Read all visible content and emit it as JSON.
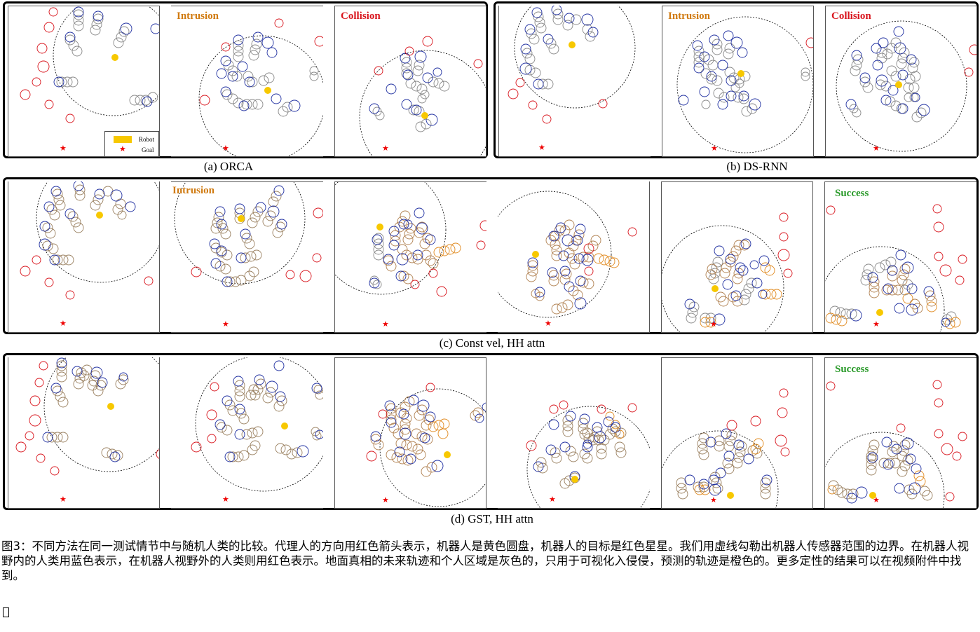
{
  "figure": {
    "groups": [
      {
        "id": "a",
        "caption": "(a) ORCA",
        "panels": [
          {
            "status": "",
            "has_legend": true
          },
          {
            "status": "Intrusion",
            "status_color": "#d07a10"
          },
          {
            "status": "Collision",
            "status_color": "#d8141c"
          }
        ]
      },
      {
        "id": "b",
        "caption": "(b) DS-RNN",
        "panels": [
          {
            "status": ""
          },
          {
            "status": "Intrusion",
            "status_color": "#d07a10"
          },
          {
            "status": "Collision",
            "status_color": "#d8141c"
          }
        ]
      },
      {
        "id": "c",
        "caption": "(c) Const vel, HH attn",
        "panels": [
          {
            "status": ""
          },
          {
            "status": "Intrusion",
            "status_color": "#d07a10"
          },
          {
            "status": ""
          },
          {
            "status": ""
          },
          {
            "status": ""
          },
          {
            "status": "Success",
            "status_color": "#2a9a2a"
          }
        ]
      },
      {
        "id": "d",
        "caption": "(d) GST, HH attn",
        "panels": [
          {
            "status": ""
          },
          {
            "status": ""
          },
          {
            "status": ""
          },
          {
            "status": ""
          },
          {
            "status": ""
          },
          {
            "status": "Success",
            "status_color": "#2a9a2a"
          }
        ]
      }
    ],
    "legend": {
      "robot_label": "Robot",
      "goal_label": "Goal",
      "robot_color": "#f7c800",
      "goal_color": "#e00000",
      "goal_icon": "star-icon"
    },
    "colors": {
      "visible_human": "#1f2fa0",
      "invisible_human": "#d8141c",
      "ground_truth_trajectory": "#808080",
      "predicted_trajectory": "#e08a20",
      "robot": "#f7c800",
      "sensor_range": "#000000"
    }
  },
  "caption": {
    "text": "图3：不同方法在同一测试情节中与随机人类的比较。代理人的方向用红色箭头表示，机器人是黄色圆盘，机器人的目标是红色星星。我们用虚线勾勒出机器人传感器范围的边界。在机器人视野内的人类用蓝色表示，在机器人视野外的人类则用红色表示。地面真相的未来轨迹和个人区域是灰色的，只用于可视化入侵侵，预测的轨迹是橙色的。更多定性的结果可以在视频附件中找到。"
  }
}
